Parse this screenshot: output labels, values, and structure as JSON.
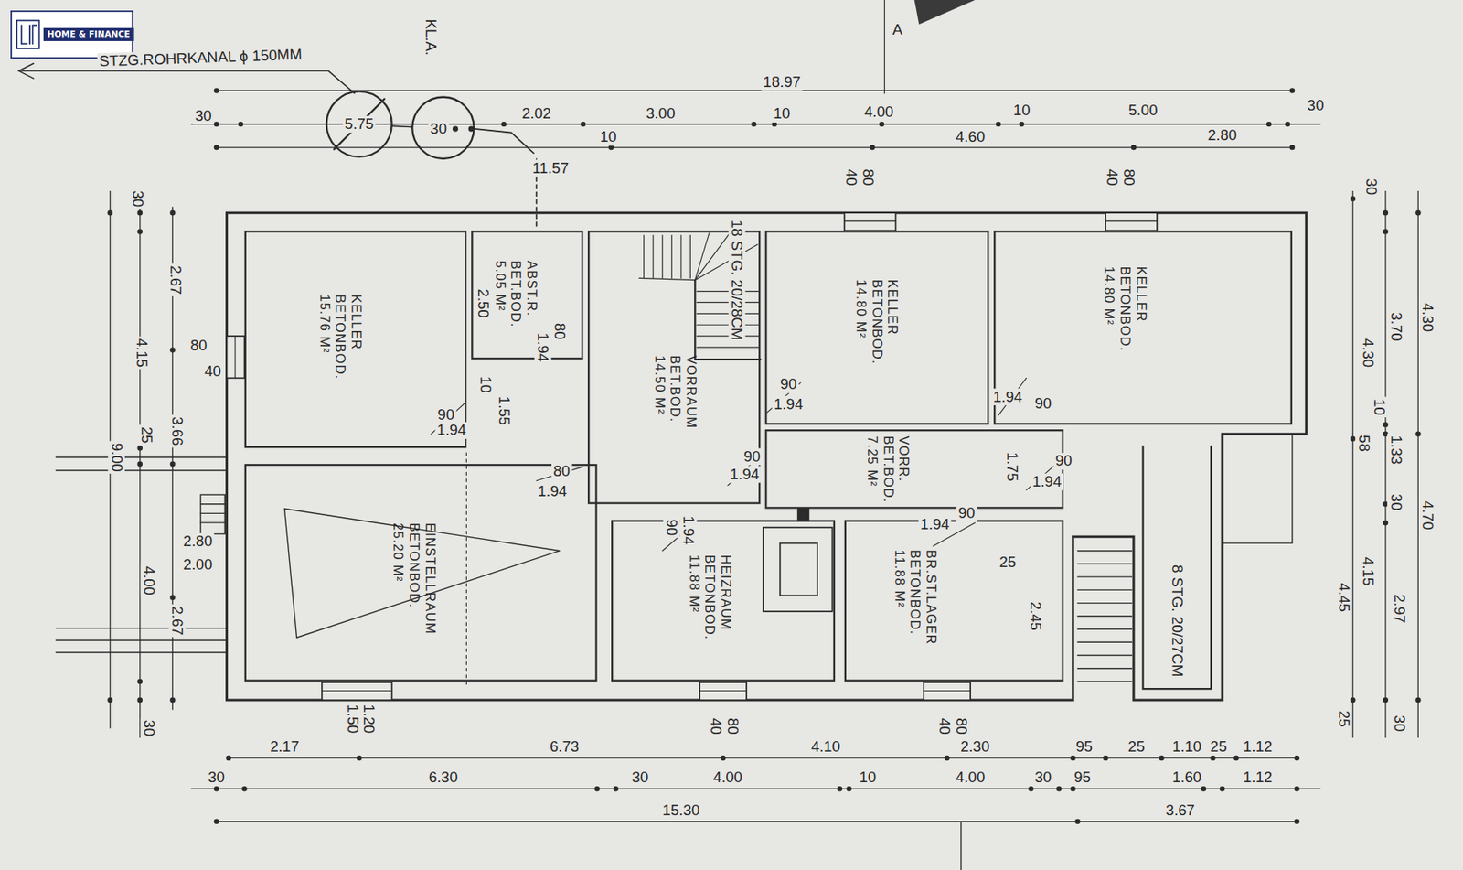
{
  "diagram": {
    "nodes": [
      {
        "text": [
          "KELLER",
          "BETONBOD.",
          "15.76 M²"
        ]
      },
      {
        "text": [
          "ABST.R.",
          "BET.BOD.",
          "5.05 M²"
        ]
      },
      {
        "text": [
          "VORRAUM",
          "BET.BOD.",
          "14.50 M²"
        ]
      },
      {
        "text": [
          "KELLER",
          "BETONBOD.",
          "14.80 M²"
        ]
      },
      {
        "text": [
          "KELLER",
          "BETONBOD.",
          "14.80 M²"
        ]
      },
      {
        "text": [
          "EINSTELLRAUM",
          "BETONBOD.",
          "25.20 M²"
        ]
      },
      {
        "text": [
          "VORR.",
          "BET.BOD.",
          "7.25 M²"
        ]
      },
      {
        "text": [
          "HEIZRAUM",
          "BETONBOD.",
          "11.88 M²"
        ]
      },
      {
        "text": [
          "BR.ST.LAGER",
          "BETONBOD.",
          "11.88 M²"
        ]
      }
    ],
    "labels": [
      "HOME & FINANCE",
      "STZG.ROHRKANAL ϕ 150MM",
      "KL.A.",
      "A",
      "5.75",
      "30",
      "11.57",
      "18.97",
      "30",
      "2.02",
      "3.00",
      "10",
      "4.00",
      "10",
      "5.00",
      "30",
      "10",
      "4.60",
      "2.80",
      "80",
      "40",
      "80",
      "40",
      "30",
      "2.67",
      "4.15",
      "80",
      "40",
      "9.00",
      "25",
      "3.66",
      "2.80",
      "2.00",
      "4.00",
      "2.67",
      "30",
      "2.50",
      "80",
      "1.94",
      "10",
      "1.55",
      "90",
      "1.94",
      "80",
      "1.94",
      "18 STG. 20/28CM",
      "90",
      "1.94",
      "1.94",
      "90",
      "90",
      "1.94",
      "1.75",
      "90",
      "1.94",
      "90",
      "1.94",
      "1.94",
      "90",
      "25",
      "2.45",
      "8 STG. 20/27CM",
      "30",
      "4.30",
      "3.70",
      "4.30",
      "10",
      "58",
      "1.33",
      "30",
      "4.70",
      "4.15",
      "4.45",
      "2.97",
      "25",
      "30",
      "1.20",
      "1.50",
      "80",
      "40",
      "80",
      "40",
      "2.17",
      "6.73",
      "4.10",
      "2.30",
      "95",
      "25",
      "1.10",
      "25",
      "1.12",
      "30",
      "6.30",
      "30",
      "4.00",
      "10",
      "4.00",
      "30",
      "95",
      "1.60",
      "1.12",
      "15.30",
      "3.67"
    ]
  }
}
